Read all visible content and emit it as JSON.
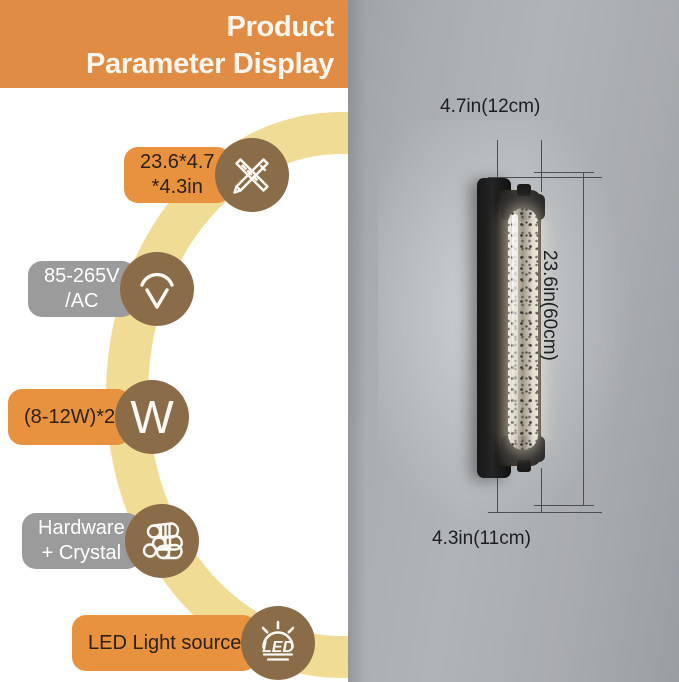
{
  "header": {
    "line1": "Product",
    "line2": "Parameter Display",
    "background_color": "#e08c45",
    "text_color": "#fdf6ef"
  },
  "theme": {
    "orange": "#e8913f",
    "gray": "#9b9b9b",
    "brown_circle": "#8a6d48",
    "yellow_ring": "#f0dc94",
    "wall_gray": "#a9adb1"
  },
  "specs": [
    {
      "label": "23.6*4.7\n*4.3in",
      "label_line1": "23.6*4.7",
      "label_line2": "*4.3in",
      "pill_style": "orange",
      "icon": "ruler-pencil-icon"
    },
    {
      "label": "85-265V\n/AC",
      "label_line1": "85-265V",
      "label_line2": "/AC",
      "pill_style": "gray",
      "icon": "voltage-icon"
    },
    {
      "label": "(8-12W)*2",
      "label_line1": "(8-12W)*2",
      "label_line2": "",
      "pill_style": "orange",
      "icon": "watt-icon",
      "icon_letter": "W"
    },
    {
      "label": "Hardware\n+ Crystal",
      "label_line1": "Hardware",
      "label_line2": "+ Crystal",
      "pill_style": "gray",
      "icon": "material-logs-icon"
    },
    {
      "label": "LED Light source",
      "label_line1": "LED Light source",
      "label_line2": "",
      "pill_style": "orange",
      "icon": "led-sun-icon"
    }
  ],
  "product": {
    "name": "wall-sconce-lamp",
    "dimensions": {
      "width_top": "4.7in(12cm)",
      "height_right": "23.6in(60cm)",
      "depth_bottom": "4.3in(11cm)"
    }
  }
}
